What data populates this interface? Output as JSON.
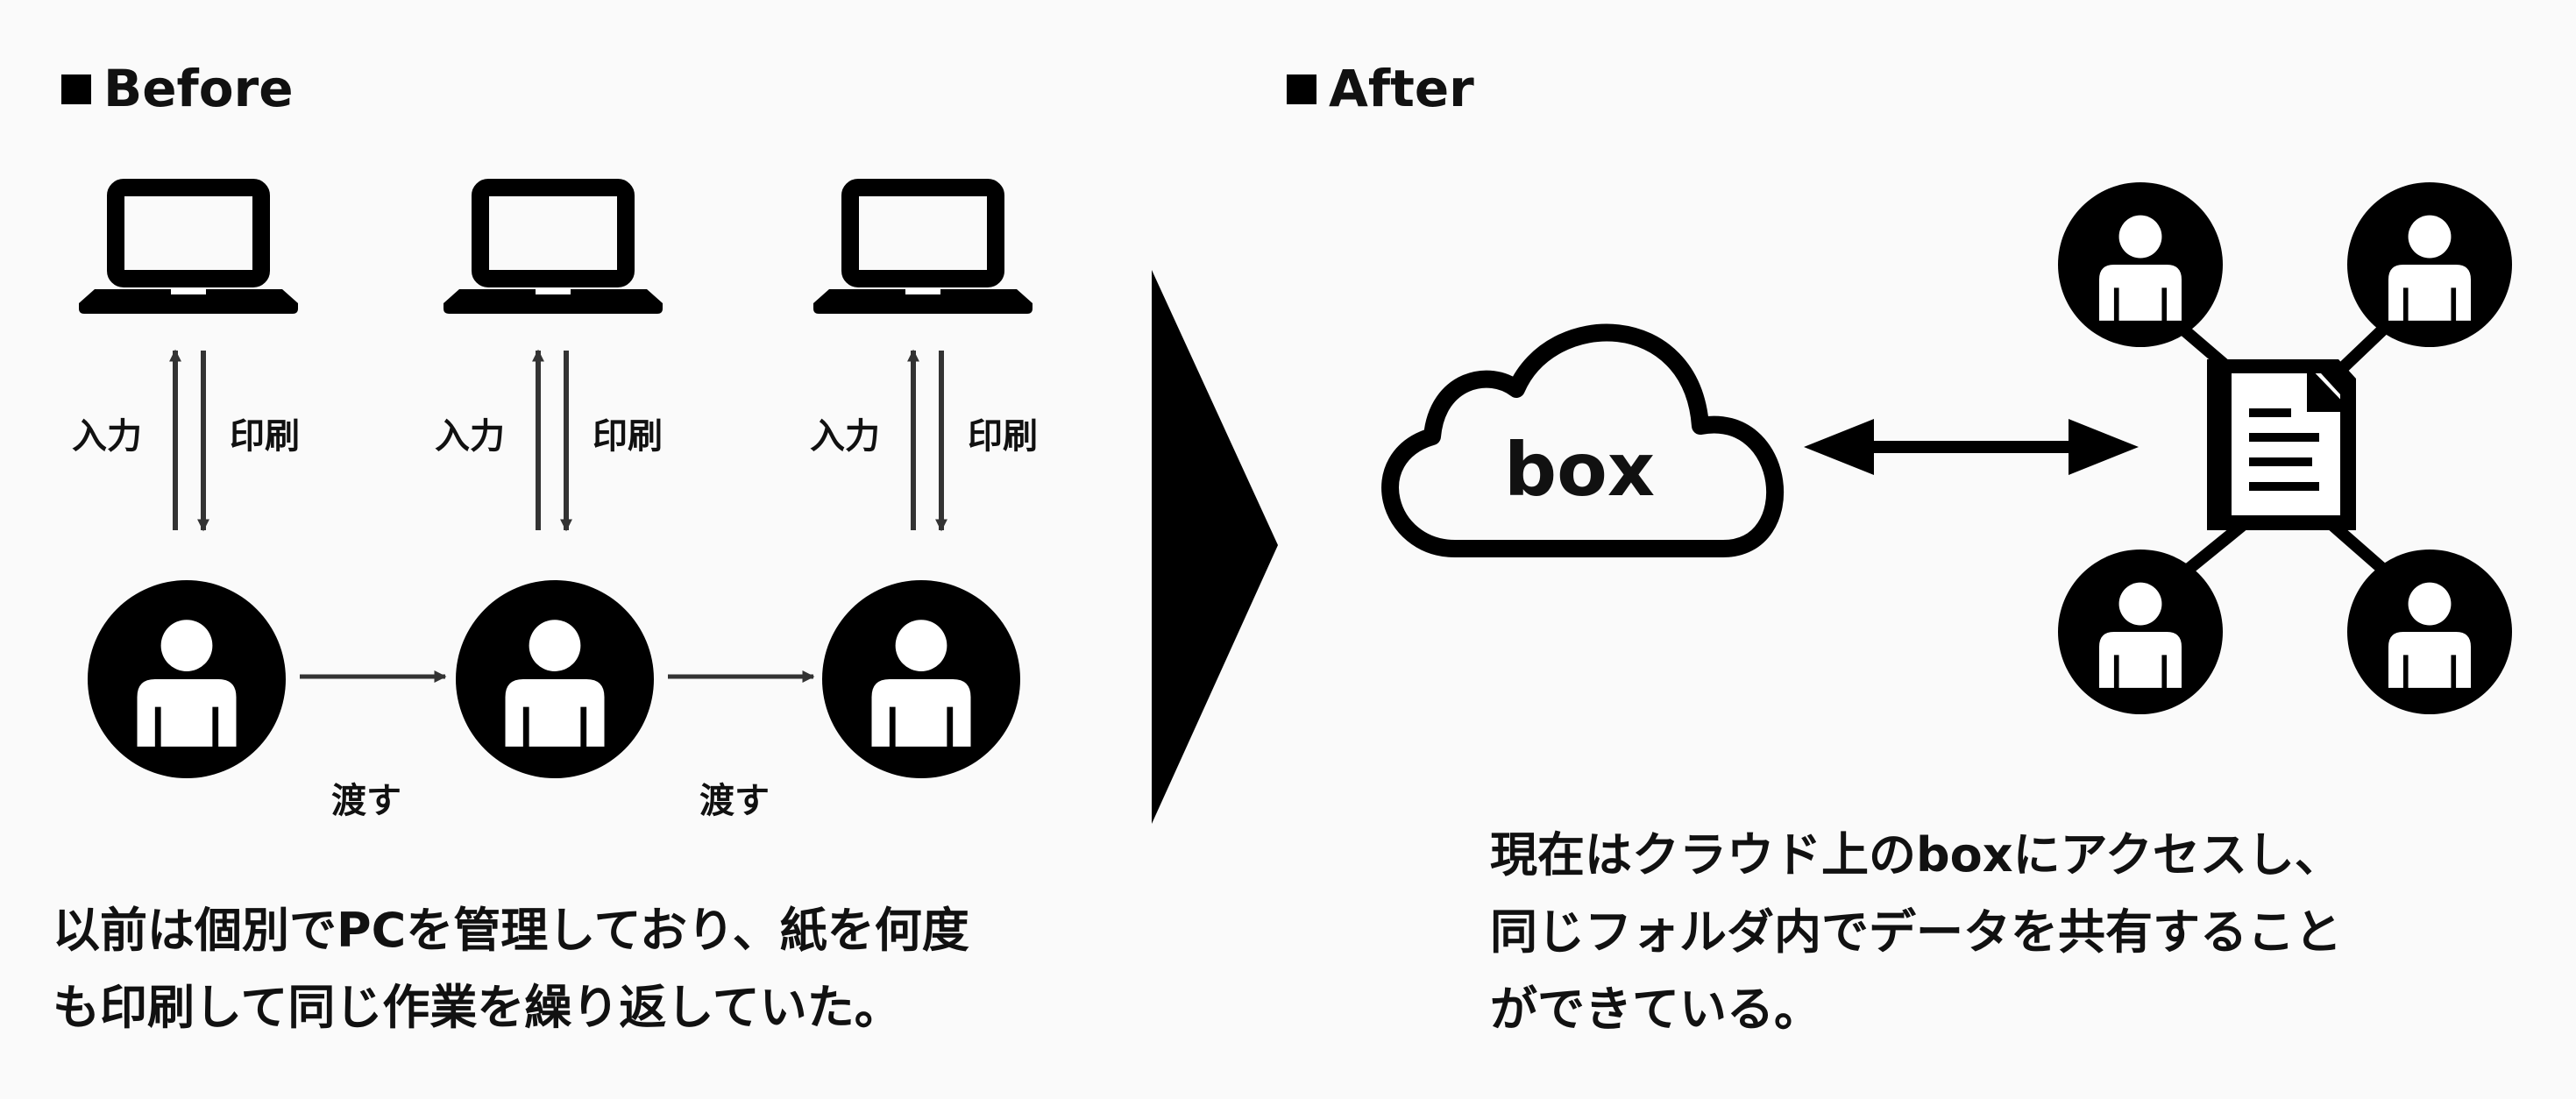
{
  "before": {
    "heading": "Before",
    "input_label": "入力",
    "print_label": "印刷",
    "handover_label": "渡す",
    "description_line1": "以前は個別でPCを管理しており、紙を何度",
    "description_line2": "も印刷して同じ作業を繰り返していた。"
  },
  "after": {
    "heading": "After",
    "cloud_label": "box",
    "description_line1": "現在はクラウド上のboxにアクセスし、",
    "description_line2": "同じフォルダ内でデータを共有すること",
    "description_line3": "ができている。"
  },
  "icons": {
    "laptop": "laptop-icon",
    "person": "person-icon",
    "cloud": "cloud-icon",
    "document": "document-icon",
    "transition_arrow": "triangle-arrow-icon"
  },
  "colors": {
    "ink": "#111111",
    "icon_fill": "#000000",
    "background": "#fafafa"
  }
}
